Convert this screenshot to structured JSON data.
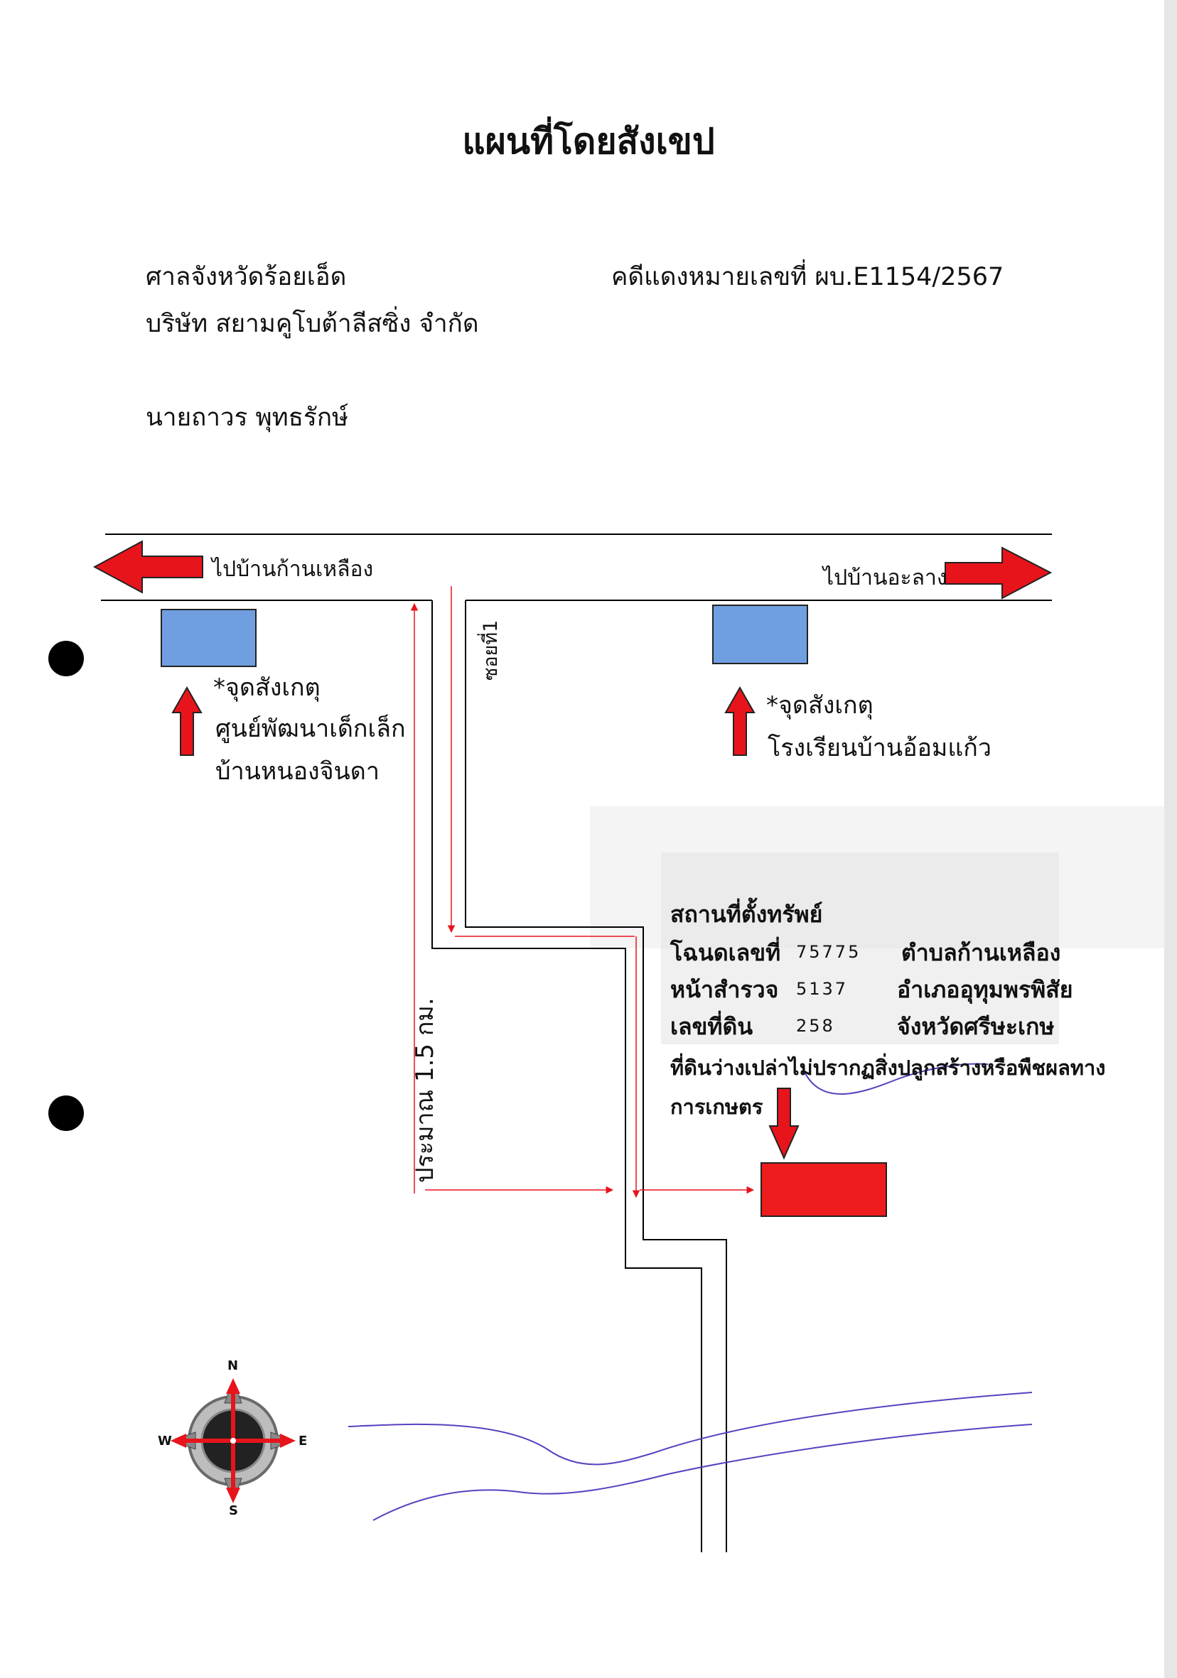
{
  "title": "แผนที่โดยสังเขป",
  "header": {
    "court": "ศาลจังหวัดร้อยเอ็ด",
    "case_number": "คดีแดงหมายเลขที่ ผบ.E1154/2567",
    "company": "บริษัท  สยามคูโบต้าลีสซิ่ง จำกัด",
    "defendant": "นายถาวร พุทธรักษ์"
  },
  "map": {
    "left_direction": "ไปบ้านก้านเหลือง",
    "right_direction": "ไปบ้านอะลาง",
    "soi_label": "ซอยที่1",
    "distance_label": "ประมาณ 1.5 กม.",
    "landmark_left": {
      "line1": "*จุดสังเกตุ",
      "line2": "ศูนย์พัฒนาเด็กเล็ก",
      "line3": "บ้านหนองจินดา"
    },
    "landmark_right": {
      "line1": "*จุดสังเกตุ",
      "line2": "โรงเรียนบ้านอ้อมแก้ว"
    },
    "compass": {
      "n": "N",
      "s": "S",
      "e": "E",
      "w": "W"
    },
    "colors": {
      "landmark_box": "#6f9fe0",
      "property_box": "#ee1c1c",
      "arrow_red": "#e8141b",
      "road": "#000000",
      "pen": "#5a3fc0"
    }
  },
  "property": {
    "heading": "สถานที่ตั้งทรัพย์",
    "deed_label": "โฉนดเลขที่",
    "deed_value": "75775",
    "survey_label": "หน้าสำรวจ",
    "survey_value": "5137",
    "land_label": "เลขที่ดิน",
    "land_value": "258",
    "subdistrict": "ตำบลก้านเหลือง",
    "district": "อำเภออุทุมพรพิสัย",
    "province": "จังหวัดศรีษะเกษ",
    "description_line1": "ที่ดินว่างเปล่าไม่ปรากฏสิ่งปลูกสร้างหรือพืชผลทาง",
    "description_line2": "การเกษตร"
  }
}
